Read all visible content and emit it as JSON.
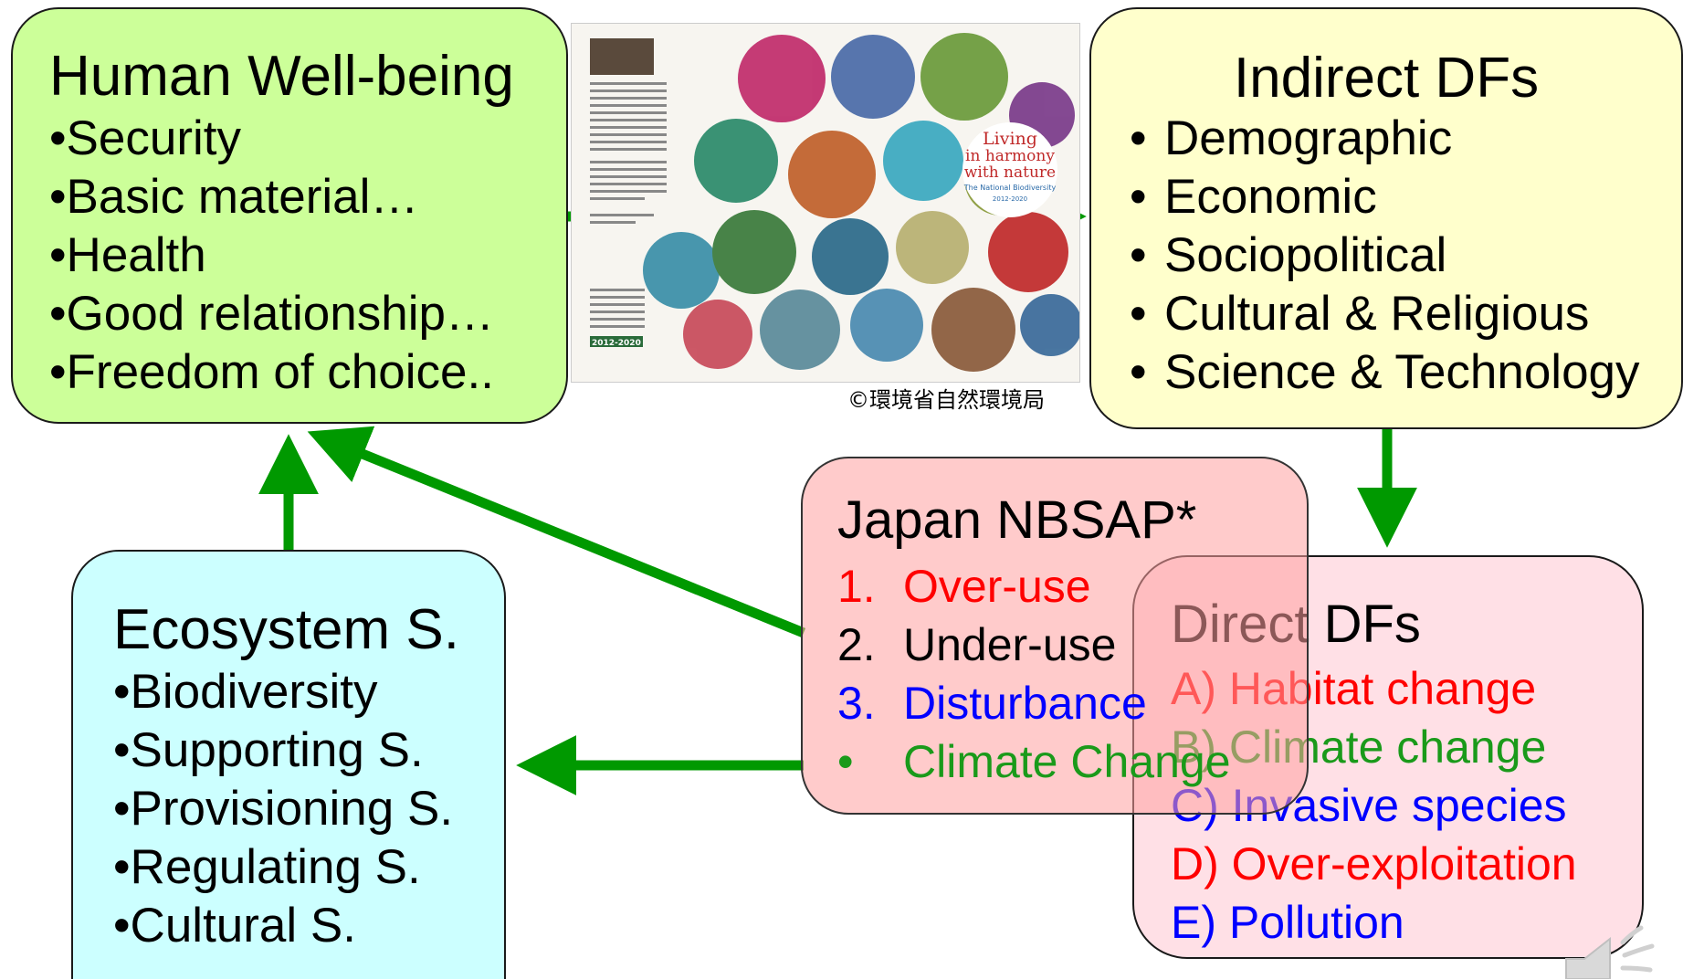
{
  "human_wellbeing": {
    "title": "Human Well-being",
    "items": [
      "•Security",
      "•Basic material…",
      "•Health",
      "•Good relationship…",
      "•Freedom of choice.."
    ]
  },
  "indirect_dfs": {
    "title": "Indirect DFs",
    "items": [
      "Demographic",
      "Economic",
      "Sociopolitical",
      "Cultural & Religious",
      "Science & Technology"
    ]
  },
  "ecosystem": {
    "title": "Ecosystem S.",
    "items": [
      "•Biodiversity",
      "•Supporting S.",
      "•Provisioning S.",
      "•Regulating S.",
      "•Cultural S."
    ]
  },
  "direct_dfs": {
    "title": "Direct DFs",
    "items": [
      {
        "text": "A) Habitat change",
        "color": "#ff0000"
      },
      {
        "text": "B) Climate change",
        "color": "#1a9a1a"
      },
      {
        "text": "C) Invasive species",
        "color": "#0000ff"
      },
      {
        "text": "D) Over-exploitation",
        "color": "#ff0000"
      },
      {
        "text": "E) Pollution",
        "color": "#0000ff"
      }
    ]
  },
  "nbsap": {
    "title": "Japan NBSAP*",
    "items": [
      {
        "num": "1.",
        "text": "Over-use",
        "color": "#ff0000"
      },
      {
        "num": "2.",
        "text": "Under-use",
        "color": "#000000"
      },
      {
        "num": "3.",
        "text": "Disturbance",
        "color": "#0000ff"
      },
      {
        "num": "•",
        "text": "Climate Change",
        "color": "#1a9a1a"
      }
    ]
  },
  "cover": {
    "title_line1": "Living",
    "title_line2": "in harmony",
    "title_line3": "with nature",
    "subtitle": "The National Biodiversity",
    "years": "2012-2020",
    "badge": "2012-2020"
  },
  "credit": "©環境省自然環境局",
  "colors": {
    "arrow": "#009900",
    "hwb_bg": "#ccff99",
    "idf_bg": "#ffffcc",
    "eco_bg": "#ccffff",
    "ddf_bg": "#ffe0e6",
    "nbsap_bg": "#ff9f9f"
  },
  "icons": {
    "speaker": "speaker-icon"
  }
}
